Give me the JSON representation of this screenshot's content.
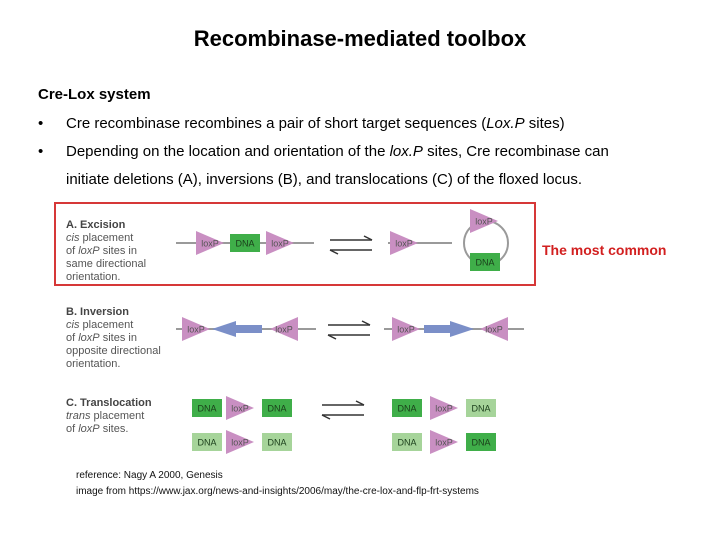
{
  "title": "Recombinase-mediated toolbox",
  "heading": "Cre-Lox system",
  "bullet_symbol": "•",
  "bullets": {
    "b1_pre": "Cre recombinase recombines a pair of short target sequences (",
    "b1_italic": "Lox.P",
    "b1_post": " sites)",
    "b2_pre": "Depending on the location and orientation of the ",
    "b2_italic": "lox.P",
    "b2_post": " sites, Cre recombinase can",
    "b2_line2": "initiate deletions (A), inversions (B), and translocations (C) of the floxed locus."
  },
  "annotation": "The most common",
  "panels": {
    "a": {
      "head": "A. Excision",
      "l1_italic": "cis",
      "l1_rest": " placement",
      "l2_pre": "of ",
      "l2_italic": "loxP",
      "l2_post": " sites in",
      "l3": "same directional",
      "l4": "orientation."
    },
    "b": {
      "head": "B. Inversion",
      "l1_italic": "cis",
      "l1_rest": " placement",
      "l2_pre": "of ",
      "l2_italic": "loxP",
      "l2_post": " sites in",
      "l3": "opposite directional",
      "l4": "orientation."
    },
    "c": {
      "head": "C. Translocation",
      "l1_italic": "trans",
      "l1_rest": " placement",
      "l2_pre": "of ",
      "l2_italic": "loxP",
      "l2_post": " sites."
    }
  },
  "diagram_labels": {
    "loxp": "loxP",
    "dna": "DNA"
  },
  "colors": {
    "loxp_pink": "#c98fc2",
    "dna_green": "#3fae49",
    "dna_light": "#a6d49a",
    "inversion_blue": "#7b8fc8",
    "highlight_red": "#d21f1f",
    "line_gray": "#9a9a9a",
    "arrow_dark": "#333333"
  },
  "reference": {
    "line1": "reference: Nagy A 2000, Genesis",
    "line2": "image from https://www.jax.org/news-and-insights/2006/may/the-cre-lox-and-flp-frt-systems"
  }
}
